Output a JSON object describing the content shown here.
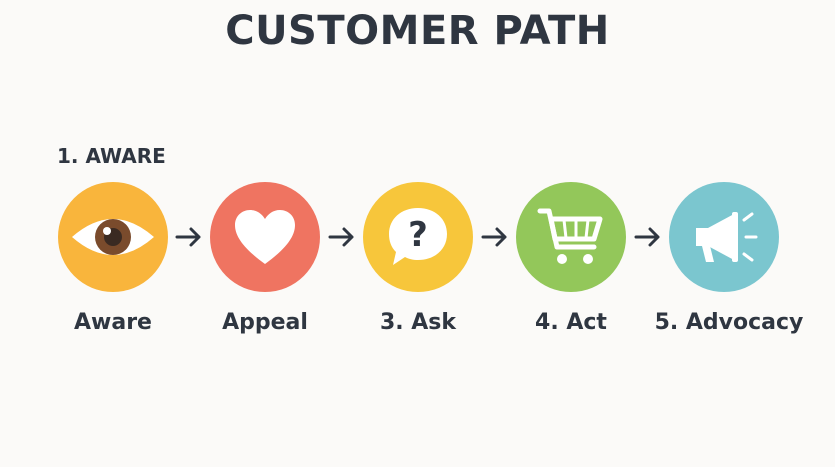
{
  "title": "CUSTOMER PATH",
  "top_label": "1. AWARE",
  "colors": {
    "aware": "#f9b53c",
    "appeal": "#ef7461",
    "ask": "#f7c63b",
    "act": "#93c75a",
    "advocacy": "#7bc6cf",
    "text": "#2f3641"
  },
  "steps": [
    {
      "label": "Aware",
      "icon": "eye-icon"
    },
    {
      "label": "Appeal",
      "icon": "heart-icon"
    },
    {
      "label": "3. Ask",
      "icon": "question-bubble-icon"
    },
    {
      "label": "4. Act",
      "icon": "shopping-cart-icon"
    },
    {
      "label": "5. Advocacy",
      "icon": "megaphone-icon"
    }
  ]
}
